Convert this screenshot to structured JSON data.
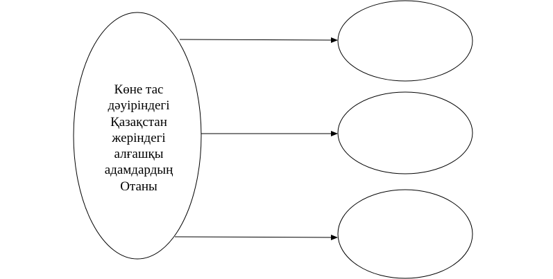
{
  "diagram": {
    "center_node": {
      "lines": [
        "Көне тас",
        "дәуіріндегі",
        "Қазақстан",
        "жеріндегі",
        "алғашқы",
        "адамдардың",
        "Отаны"
      ]
    },
    "branch_nodes": [
      {
        "text": ""
      },
      {
        "text": ""
      },
      {
        "text": ""
      }
    ],
    "colors": {
      "stroke": "#000000",
      "fill": "#ffffff",
      "text": "#000000"
    }
  }
}
